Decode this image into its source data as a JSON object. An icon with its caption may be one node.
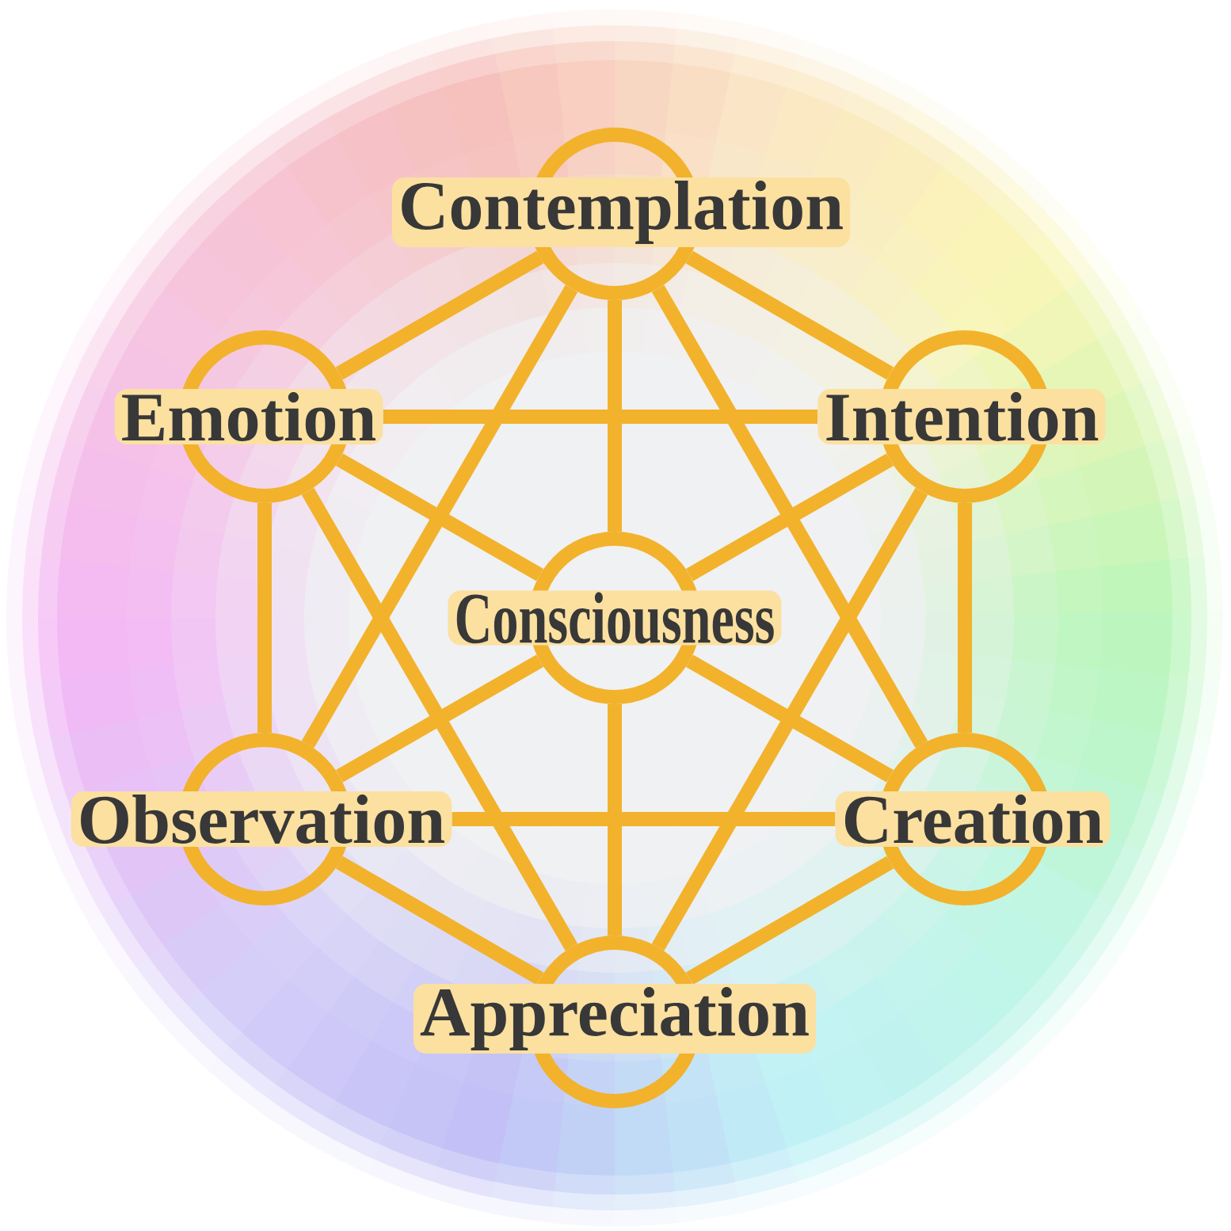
{
  "diagram": {
    "nodes": [
      {
        "text": [
          "Contemplation"
        ]
      },
      {
        "text": [
          "Emotion"
        ]
      },
      {
        "text": [
          "Intention"
        ]
      },
      {
        "text": [
          "Consciousness"
        ]
      },
      {
        "text": [
          "Observation"
        ]
      },
      {
        "text": [
          "Creation"
        ]
      },
      {
        "text": [
          "Appreciation"
        ]
      }
    ],
    "edges": [
      {
        "from": 0,
        "to": 1,
        "arrow": "none"
      },
      {
        "from": 0,
        "to": 2,
        "arrow": "none"
      },
      {
        "from": 0,
        "to": 3,
        "arrow": "none"
      },
      {
        "from": 0,
        "to": 4,
        "arrow": "none"
      },
      {
        "from": 0,
        "to": 5,
        "arrow": "none"
      },
      {
        "from": 1,
        "to": 2,
        "arrow": "none"
      },
      {
        "from": 1,
        "to": 3,
        "arrow": "none"
      },
      {
        "from": 1,
        "to": 4,
        "arrow": "none"
      },
      {
        "from": 1,
        "to": 6,
        "arrow": "none"
      },
      {
        "from": 2,
        "to": 3,
        "arrow": "none"
      },
      {
        "from": 2,
        "to": 5,
        "arrow": "none"
      },
      {
        "from": 2,
        "to": 6,
        "arrow": "none"
      },
      {
        "from": 3,
        "to": 4,
        "arrow": "none"
      },
      {
        "from": 3,
        "to": 5,
        "arrow": "none"
      },
      {
        "from": 3,
        "to": 6,
        "arrow": "none"
      },
      {
        "from": 4,
        "to": 5,
        "arrow": "none"
      },
      {
        "from": 4,
        "to": 6,
        "arrow": "none"
      },
      {
        "from": 5,
        "to": 6,
        "arrow": "none"
      }
    ]
  }
}
